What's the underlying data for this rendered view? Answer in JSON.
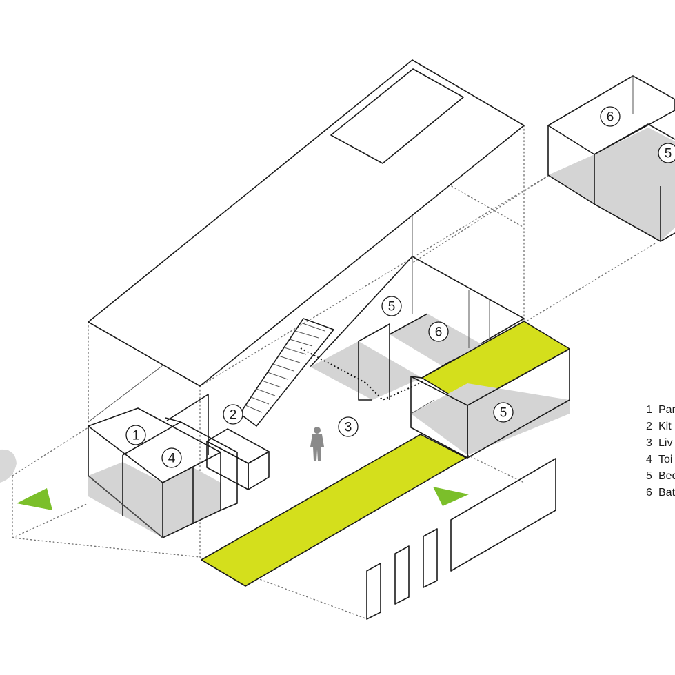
{
  "diagram": {
    "colors": {
      "accent": "#d4df1c",
      "shade": "#d4d4d4",
      "arrow": "#7bbf2a",
      "line": "#1a1a1a"
    },
    "room_markers": {
      "upper_box_bathroom": "6",
      "upper_box_bedroom": "5",
      "upper_level_bedroom": "5",
      "upper_level_bathroom": "6",
      "bedroom_cantilever": "5",
      "pantry": "1",
      "kitchen": "2",
      "living": "3",
      "toilet": "4"
    },
    "legend": [
      {
        "number": "1",
        "label": "Par"
      },
      {
        "number": "2",
        "label": "Kit"
      },
      {
        "number": "3",
        "label": "Liv"
      },
      {
        "number": "4",
        "label": "Toi"
      },
      {
        "number": "5",
        "label": "Bed"
      },
      {
        "number": "6",
        "label": "Bat"
      }
    ]
  }
}
